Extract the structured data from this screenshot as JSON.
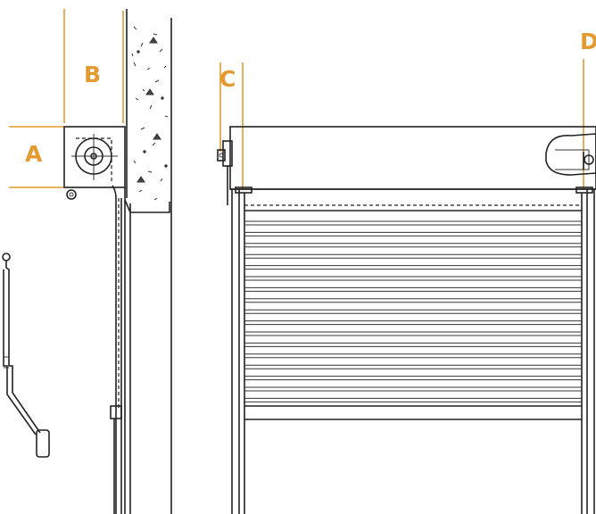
{
  "labels": {
    "A": "A",
    "B": "B",
    "C": "C",
    "D": "D"
  },
  "colors": {
    "dimension": "#e39a2f",
    "line": "#222222",
    "background": "#ffffff"
  },
  "icons": {
    "crank_handle": "crank-handle-icon",
    "pulley": "pulley-icon",
    "bearing": "bearing-icon"
  }
}
